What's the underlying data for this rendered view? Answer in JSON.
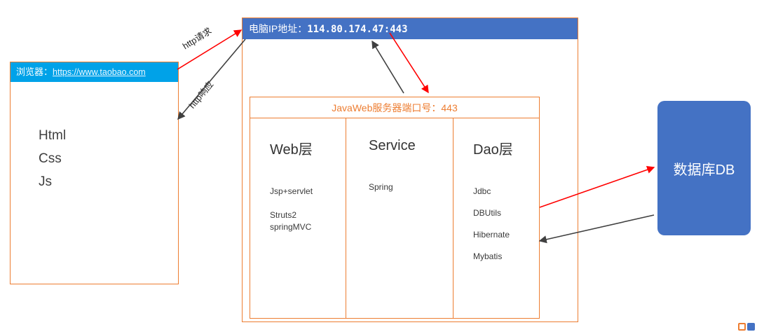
{
  "colors": {
    "accent_orange": "#ED7D31",
    "server_blue": "#4472C4",
    "browser_cyan": "#00A2E8",
    "request_red": "#FF0000",
    "arrow_black": "#404040"
  },
  "browser": {
    "header_label": "浏览器：",
    "url": "https://www.taobao.com",
    "items": [
      "Html",
      "Css",
      "Js"
    ]
  },
  "server": {
    "ip_label": "电脑IP地址：",
    "ip_value": "114.80.174.47:443",
    "javaweb": {
      "title": "JavaWeb服务器端口号：443",
      "columns": [
        {
          "title": "Web层",
          "items": [
            "Jsp+servlet",
            "Struts2",
            "springMVC"
          ]
        },
        {
          "title": "Service",
          "items": [
            "Spring"
          ]
        },
        {
          "title": "Dao层",
          "items": [
            "Jdbc",
            "DBUtils",
            "Hibernate",
            "Mybatis"
          ]
        }
      ]
    }
  },
  "database": {
    "label": "数据库DB"
  },
  "arrows": {
    "request_label": "http请求",
    "response_label": "http响应"
  }
}
